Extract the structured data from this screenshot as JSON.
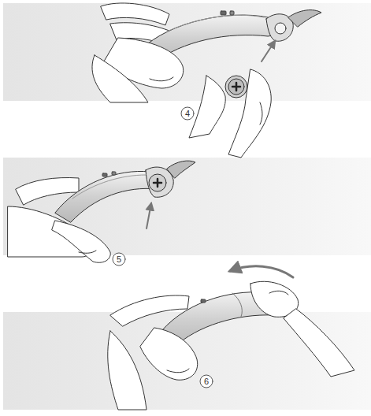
{
  "diagram": {
    "labels": [
      "4",
      "5",
      "6"
    ]
  }
}
